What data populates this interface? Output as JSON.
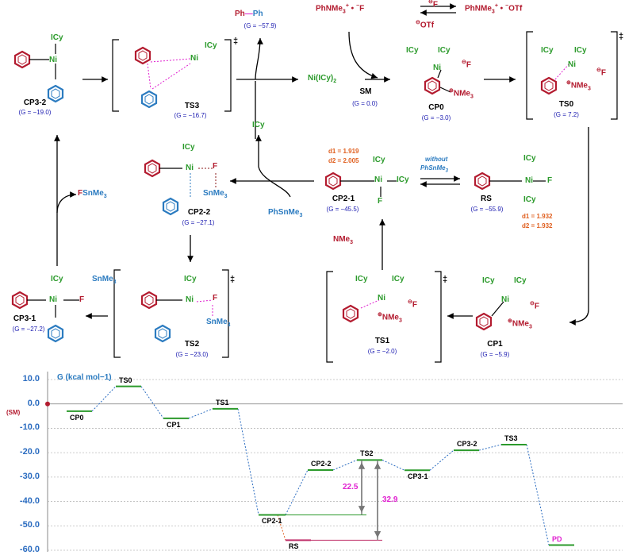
{
  "species": {
    "cp3_2": {
      "name": "CP3-2",
      "g": "(G = −19.0)"
    },
    "ts3": {
      "name": "TS3",
      "g": "(G = −16.7)"
    },
    "biphenyl": {
      "text": "Ph—Ph",
      "g": "(G = −57.9)"
    },
    "ni_icy2": {
      "text": "Ni(ICy)2"
    },
    "sm": {
      "name": "SM",
      "g": "(G = 0.0)"
    },
    "cp0": {
      "name": "CP0",
      "g": "(G = −3.0)"
    },
    "ts0": {
      "name": "TS0",
      "g": "(G = 7.2)"
    },
    "cp2_2": {
      "name": "CP2-2",
      "g": "(G = −27.1)"
    },
    "cp2_1": {
      "name": "CP2-1",
      "g": "(G = −45.5)"
    },
    "rs": {
      "name": "RS",
      "g": "(G = −55.9)"
    },
    "cp3_1": {
      "name": "CP3-1",
      "g": "(G = −27.2)"
    },
    "ts2": {
      "name": "TS2",
      "g": "(G = −23.0)"
    },
    "ts1": {
      "name": "TS1",
      "g": "(G = −2.0)"
    },
    "cp1": {
      "name": "CP1",
      "g": "(G = −5.9)"
    }
  },
  "reagents": {
    "phnme3_f": "PhNMe3+ • −F",
    "phnme3_otf": "PhNMe3+ • −OTf",
    "f_minus": "F",
    "otf_minus": "OTf",
    "icy": "ICy",
    "phsnme3": "PhSnMe3",
    "fsnme3": "FSnMe3",
    "nme3": "NMe3",
    "without": "without",
    "without_reagent": "PhSnMe3",
    "d_cp21_1": "d1 = 1.919",
    "d_cp21_2": "d2 = 2.005",
    "d_rs_1": "d1 = 1.932",
    "d_rs_2": "d2 = 1.932"
  },
  "chart_data": {
    "type": "energy profile",
    "ylabel": "G (kcal mol−1)",
    "ylim": [
      -60,
      10
    ],
    "yticks": [
      "10.0",
      "0.0",
      "-10.0",
      "-20.0",
      "-30.0",
      "-40.0",
      "-50.0",
      "-60.0"
    ],
    "sm_label": "(SM)",
    "levels": [
      {
        "name": "CP0",
        "g": -3.0
      },
      {
        "name": "TS0",
        "g": 7.2
      },
      {
        "name": "CP1",
        "g": -5.9
      },
      {
        "name": "TS1",
        "g": -2.0
      },
      {
        "name": "CP2-1",
        "g": -45.5
      },
      {
        "name": "CP2-2",
        "g": -27.1
      },
      {
        "name": "TS2",
        "g": -23.0
      },
      {
        "name": "CP3-1",
        "g": -27.2
      },
      {
        "name": "CP3-2",
        "g": -19.0
      },
      {
        "name": "TS3",
        "g": -16.7
      },
      {
        "name": "PD",
        "g": -57.9
      },
      {
        "name": "RS",
        "g": -55.9
      }
    ],
    "barriers": [
      {
        "label": "22.5",
        "from": "CP2-1",
        "to": "TS2"
      },
      {
        "label": "32.9",
        "from": "RS",
        "to": "TS2"
      }
    ]
  }
}
